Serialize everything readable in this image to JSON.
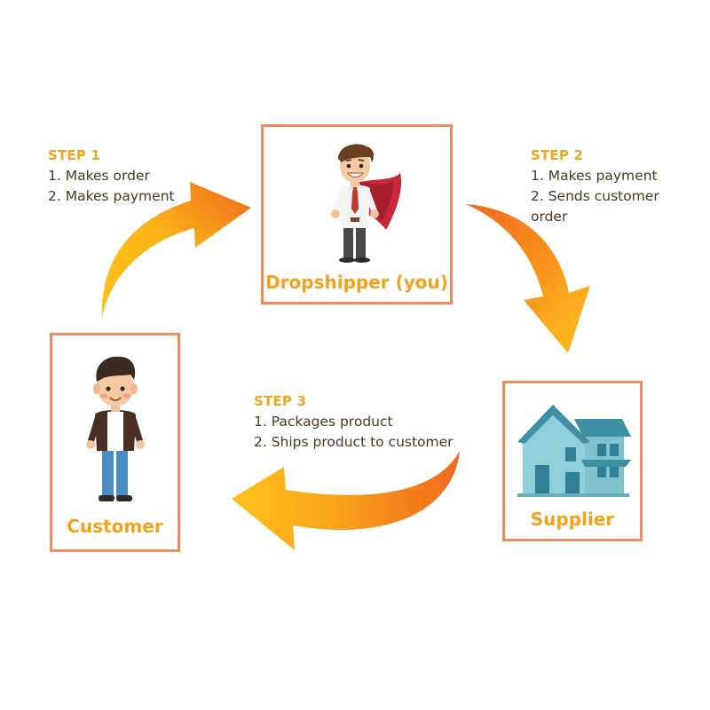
{
  "colors": {
    "box_border": "#f08b5c",
    "label": "#f5a11c",
    "step_title": "#f5a11c",
    "step_text": "#4b3a22",
    "arrow_start": "#ffc21a",
    "arrow_end": "#f06a1e",
    "house_wall": "#8ecfd8",
    "house_roof": "#3e8fa4"
  },
  "nodes": {
    "dropshipper": {
      "label": "Dropshipper (you)",
      "icon": "businessman-with-cape-icon"
    },
    "supplier": {
      "label": "Supplier",
      "icon": "house-icon"
    },
    "customer": {
      "label": "Customer",
      "icon": "customer-person-icon"
    }
  },
  "steps": [
    {
      "title": "STEP 1",
      "lines": [
        "1. Makes order",
        "2. Makes payment"
      ]
    },
    {
      "title": "STEP 2",
      "lines": [
        "1. Makes payment",
        "2. Sends customer",
        "order"
      ]
    },
    {
      "title": "STEP 3",
      "lines": [
        "1. Packages product",
        "2. Ships product to customer"
      ]
    }
  ]
}
